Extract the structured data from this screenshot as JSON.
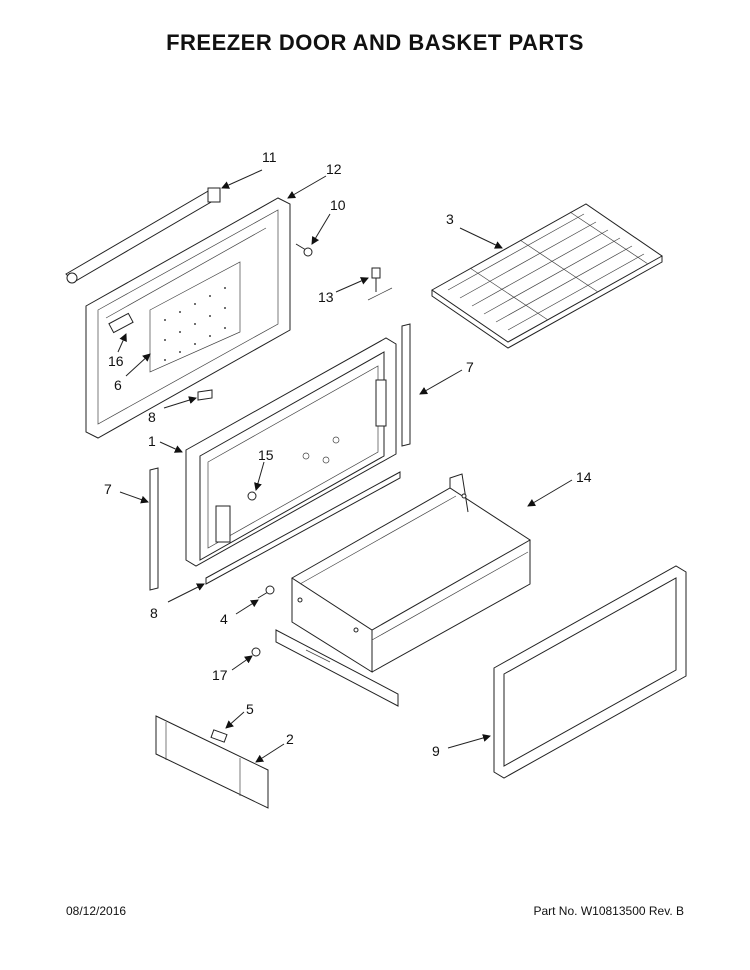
{
  "title": "FREEZER DOOR AND BASKET PARTS",
  "footer": {
    "date": "08/12/2016",
    "part_number": "Part No.  W10813500  Rev.  B"
  },
  "callouts": [
    "11",
    "12",
    "10",
    "3",
    "13",
    "16",
    "6",
    "7",
    "8",
    "1",
    "15",
    "7",
    "14",
    "8",
    "4",
    "17",
    "5",
    "2",
    "9"
  ]
}
